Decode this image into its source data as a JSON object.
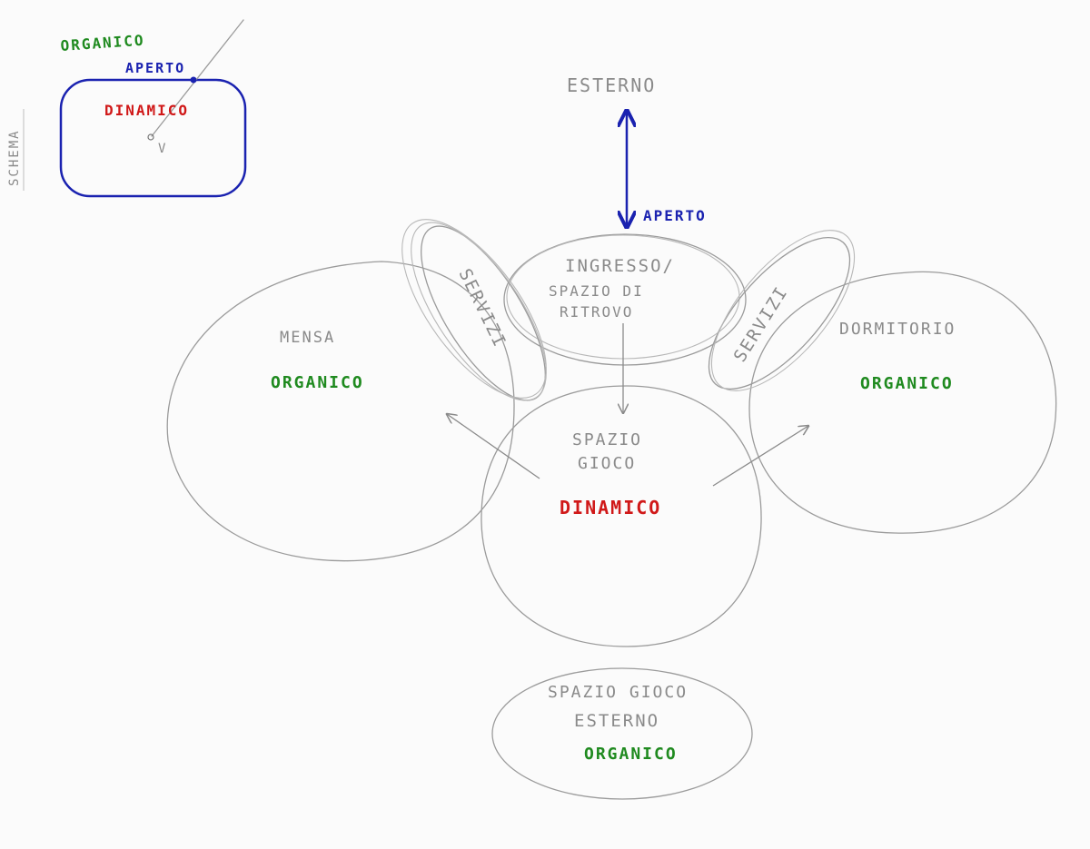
{
  "schema": {
    "side_label": "SCHEMA",
    "organico": "ORGANICO",
    "aperto": "APERTO",
    "dinamico": "DINAMICO",
    "v": "V"
  },
  "nodes": {
    "esterno": "ESTERNO",
    "aperto": "APERTO",
    "ingresso": [
      "INGRESSO/",
      "SPAZIO DI",
      "RITROVO"
    ],
    "servizi_left": "SERVIZI",
    "servizi_right": "SERVIZI",
    "mensa": {
      "name": "MENSA",
      "quality": "ORGANICO"
    },
    "dormitorio": {
      "name": "DORMITORIO",
      "quality": "ORGANICO"
    },
    "spazio_gioco": {
      "name": [
        "SPAZIO",
        "GIOCO"
      ],
      "quality": "DINAMICO"
    },
    "spazio_gioco_esterno": {
      "name": [
        "SPAZIO GIOCO",
        "ESTERNO"
      ],
      "quality": "ORGANICO"
    }
  },
  "colors": {
    "pencil": "#9b9b9b",
    "organico": "#1f8a1f",
    "dinamico": "#d01818",
    "aperto": "#1a22b0"
  }
}
